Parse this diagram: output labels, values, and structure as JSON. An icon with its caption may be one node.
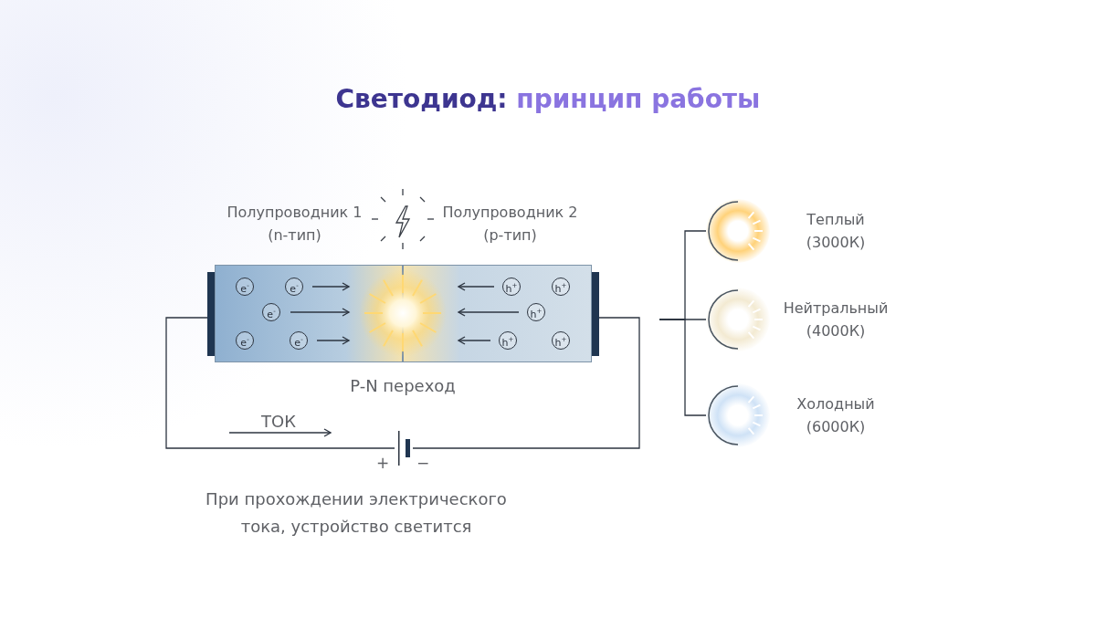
{
  "diagram": {
    "title": "Светодиод: принцип работы",
    "caption": "При прохождении электрического тока, устройство светится",
    "nodes": [
      {
        "text": [
          "Полупроводник 1 (n-тип)"
        ]
      },
      {
        "text": [
          "Полупроводник 2 (p-тип)"
        ]
      },
      {
        "text": [
          "e$^{-}$"
        ],
        "in": 0
      },
      {
        "text": [
          "e$^{-}$"
        ],
        "in": 0
      },
      {
        "text": [
          "e$^{-}$"
        ],
        "in": 0
      },
      {
        "text": [
          "e$^{-}$"
        ],
        "in": 0
      },
      {
        "text": [
          "e$^{-}$"
        ],
        "in": 0
      },
      {
        "text": [
          "h$^{+}$"
        ],
        "in": 1
      },
      {
        "text": [
          "h$^{+}$"
        ],
        "in": 1
      },
      {
        "text": [
          "h$^{+}$"
        ],
        "in": 1
      },
      {
        "text": [
          "h$^{+}$"
        ],
        "in": 1
      },
      {
        "text": [
          "h$^{+}$"
        ],
        "in": 1
      },
      {
        "text": [],
        "shape": "battery",
        "beside": [
          "+",
          "−"
        ]
      },
      {
        "text": [],
        "shape": "circle",
        "beside": [
          "Теплый (3000К)"
        ]
      },
      {
        "text": [],
        "shape": "circle",
        "beside": [
          "Нейтральный (4000К)"
        ]
      },
      {
        "text": [],
        "shape": "circle",
        "beside": [
          "Холодный (6000К)"
        ]
      }
    ],
    "edges": [
      {
        "from": 0,
        "to": 12,
        "arrow": "none"
      },
      {
        "from": 12,
        "to": 1,
        "arrow": "none"
      },
      {
        "from": null,
        "to": 13,
        "arrow": "none"
      },
      {
        "from": null,
        "to": 14,
        "arrow": "none"
      },
      {
        "from": null,
        "to": 15,
        "arrow": "none"
      }
    ],
    "labels": [
      "P-N переход",
      "ТОК"
    ]
  }
}
